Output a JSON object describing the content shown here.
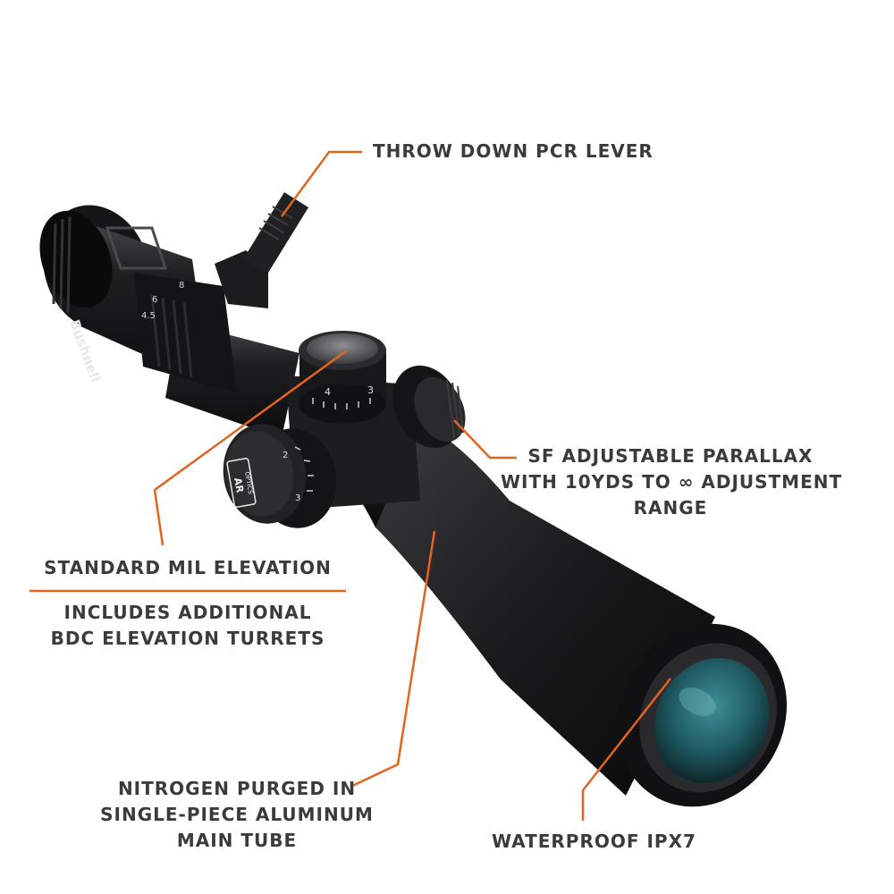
{
  "colors": {
    "accent": "#e2651f",
    "text": "#3b3b3b",
    "scope_body": "#1c1c1e",
    "lens_tint": "#2f6f78"
  },
  "scope": {
    "brand": "Bushnell",
    "badge": [
      "AR",
      "OPTICS"
    ],
    "turret_numbers": [
      "4",
      "3",
      "2",
      "3"
    ],
    "magnification_marks": [
      "8",
      "6",
      "4.5"
    ]
  },
  "callouts": {
    "pcr_lever": "THROW DOWN PCR LEVER",
    "parallax": [
      "SF ADJUSTABLE PARALLAX",
      "WITH 10YDS TO ∞ ADJUSTMENT",
      "RANGE"
    ],
    "elevation_title": "STANDARD MIL ELEVATION",
    "elevation_sub": [
      "INCLUDES ADDITIONAL",
      "BDC ELEVATION TURRETS"
    ],
    "nitrogen": [
      "NITROGEN PURGED IN",
      "SINGLE-PIECE ALUMINUM",
      "MAIN TUBE"
    ],
    "waterproof": "WATERPROOF IPX7"
  }
}
